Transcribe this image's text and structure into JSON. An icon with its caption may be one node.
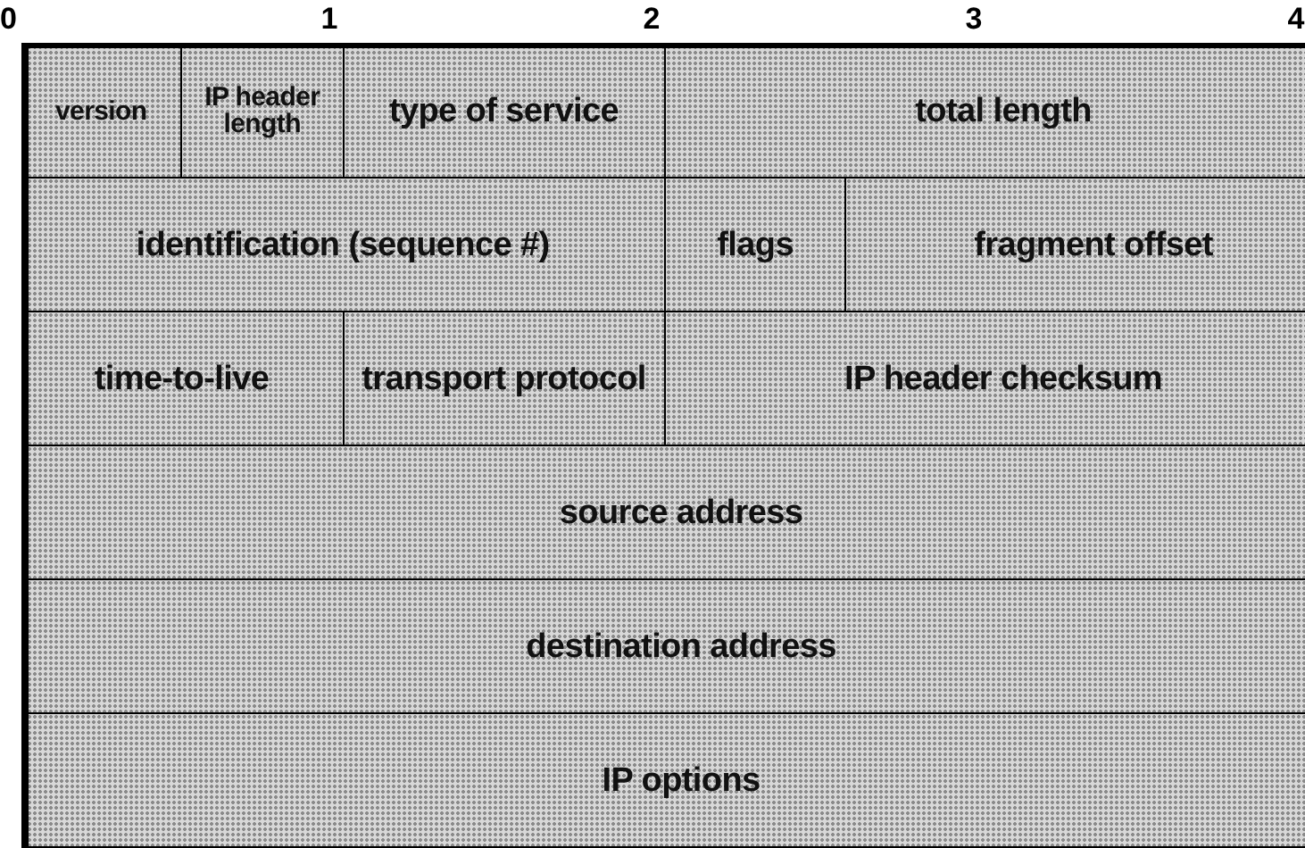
{
  "diagram": {
    "nodes": [
      {
        "text": [
          "version"
        ]
      },
      {
        "text": [
          "IP header length"
        ]
      },
      {
        "text": [
          "type of service"
        ]
      },
      {
        "text": [
          "total length"
        ]
      },
      {
        "text": [
          "identification (sequence #)"
        ]
      },
      {
        "text": [
          "flags"
        ]
      },
      {
        "text": [
          "fragment offset"
        ]
      },
      {
        "text": [
          "time-to-live"
        ]
      },
      {
        "text": [
          "transport protocol"
        ]
      },
      {
        "text": [
          "IP header checksum"
        ]
      },
      {
        "text": [
          "source address"
        ]
      },
      {
        "text": [
          "destination address"
        ]
      },
      {
        "text": [
          "IP options"
        ]
      }
    ],
    "labels": [
      "0",
      "1",
      "2",
      "3",
      "4"
    ]
  }
}
